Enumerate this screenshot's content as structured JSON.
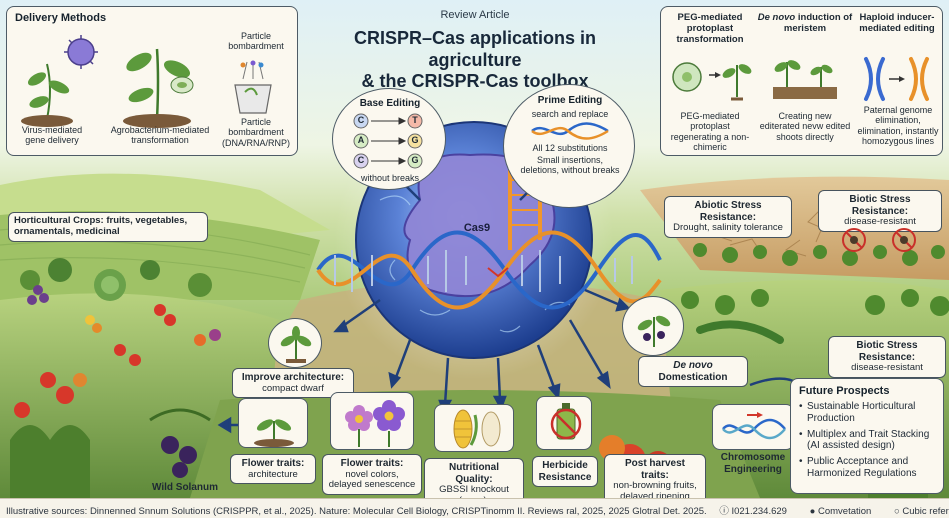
{
  "header": {
    "review": "Review Article",
    "title_line1": "CRISPR–Cas applications in  agriculture",
    "title_line2": "& the CRISPR-Cas toolbox"
  },
  "delivery": {
    "title": "Delivery Methods",
    "virus": "Virus-mediated gene delivery",
    "agro": "Agrobacterium-mediated transformation",
    "particle_top": "Particle bombardment",
    "particle_bottom": "Particle bombardment (DNA/RNA/RNP)"
  },
  "base_editing": {
    "title": "Base Editing",
    "pairs": [
      {
        "from": "C",
        "to": "T"
      },
      {
        "from": "A",
        "to": "G"
      },
      {
        "from": "C",
        "to": "G"
      }
    ],
    "note": "without breaks"
  },
  "prime_editing": {
    "title": "Prime Editing",
    "subtitle": "search and replace",
    "line1": "All 12 substitutions",
    "line2": "Small insertions, deletions, without breaks"
  },
  "cas9": {
    "label": "Cas9"
  },
  "top_right": {
    "peg_title": "PEG-mediated protoplast transformation",
    "peg_desc": "PEG-mediated protoplast regenerating a non-chimeric",
    "denovo_title_em": "De novo",
    "denovo_title_rest": "induction of meristem",
    "denovo_desc": "Creating new editerated nevw edited shoots directly",
    "haploid_title": "Haploid inducer-mediated editing",
    "haploid_desc": "Paternal genome elimination, elimination, instantly homozygous lines"
  },
  "labels": {
    "horticultural": "Horticultural Crops: fruits, vegetables, ornamentals, medicinal",
    "abiotic_title": "Abiotic Stress Resistance:",
    "abiotic_desc": "Drought, salinity tolerance",
    "biotic1_title": "Biotic Stress Resistance:",
    "biotic1_desc": "disease-resistant",
    "biotic2_title": "Biotic Stress Resistance:",
    "biotic2_desc": "disease-resistant",
    "architecture_title": "Improve architecture:",
    "architecture_desc": "compact dwarf",
    "denovo_dom_em": "De novo",
    "denovo_dom_rest": "Domestication",
    "wild": "Wild Solanum",
    "flower_arch_title": "Flower traits:",
    "flower_arch_desc": "architecture",
    "flower_col_title": "Flower traits:",
    "flower_col_desc": "novel colors, delayed senescence",
    "nutri_title": "Nutritional Quality:",
    "nutri_desc": "GBSSI knockout (waxy), biofortification",
    "herbicide": "Herbicide Resistance",
    "post_title": "Post harvest traits:",
    "post_desc": "non-browning fruits, delayed ripening",
    "chromosome": "Chromosome Engineering"
  },
  "future": {
    "title": "Future Prospects",
    "items": [
      "Sustainable Horticultural Production",
      "Multiplex and Trait Stacking (AI assisted design)",
      "Public Acceptance and Harmonized Regulations"
    ]
  },
  "footer": {
    "source": "Illustrative sources: Dinnenned Snnum Solutions (CRISPPR, et al., 2025). Nature: Molecular Cell Biology, CRISPTinomm II. Reviews ral, 2025, 2025 Glotral Det. 2025.",
    "id": "I021.234.629",
    "item2": "Comvetation",
    "item3": "Cubic references"
  },
  "colors": {
    "cas_sphere": "#3f63b8",
    "cas_protein": "#8f86d6",
    "dna_blue": "#2a67c9",
    "dna_orange": "#e8912a",
    "frame": "#4d5b66"
  }
}
